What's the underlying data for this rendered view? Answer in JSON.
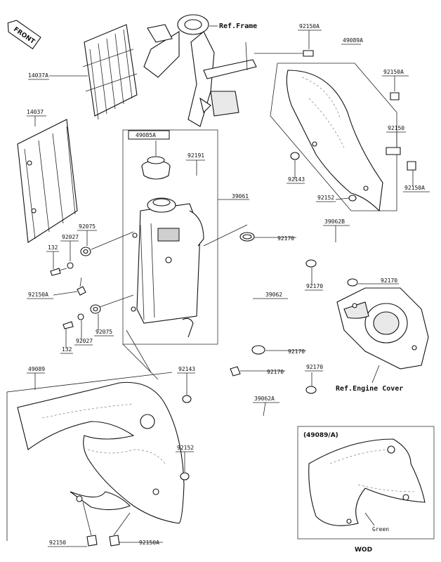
{
  "front_badge": "FRONT",
  "refs": {
    "frame": "Ref.Frame",
    "engine_cover": "Ref.Engine Cover"
  },
  "parts": {
    "p92150a_top": "92150A",
    "p49089a": "49089A",
    "p92150a_r1": "92150A",
    "p14037a": "14037A",
    "p92150": "92150",
    "p14037": "14037",
    "p49085a": "49085A",
    "p92191": "92191",
    "p92143_r": "92143",
    "p92150a_r2": "92150A",
    "p39061": "39061",
    "p92152_r": "92152",
    "p92075_a": "92075",
    "p92027_a": "92027",
    "p39062b": "39062B",
    "p132_a": "132",
    "p92170_a": "92170",
    "p92170_b": "92170",
    "p92170_c": "92170",
    "p92150a_l": "92150A",
    "p39062": "39062",
    "p92075_b": "92075",
    "p92027_b": "92027",
    "p132_b": "132",
    "p92170_d": "92170",
    "p49089": "49089",
    "p92143_b": "92143",
    "p92170_e": "92170",
    "p92170_f": "92170",
    "p39062a": "39062A",
    "p92152_b": "92152",
    "p92150_b": "92150",
    "p92150a_b": "92150A"
  },
  "inset": {
    "title": "(49089/A)",
    "green": "Green",
    "variant": "WOD"
  }
}
